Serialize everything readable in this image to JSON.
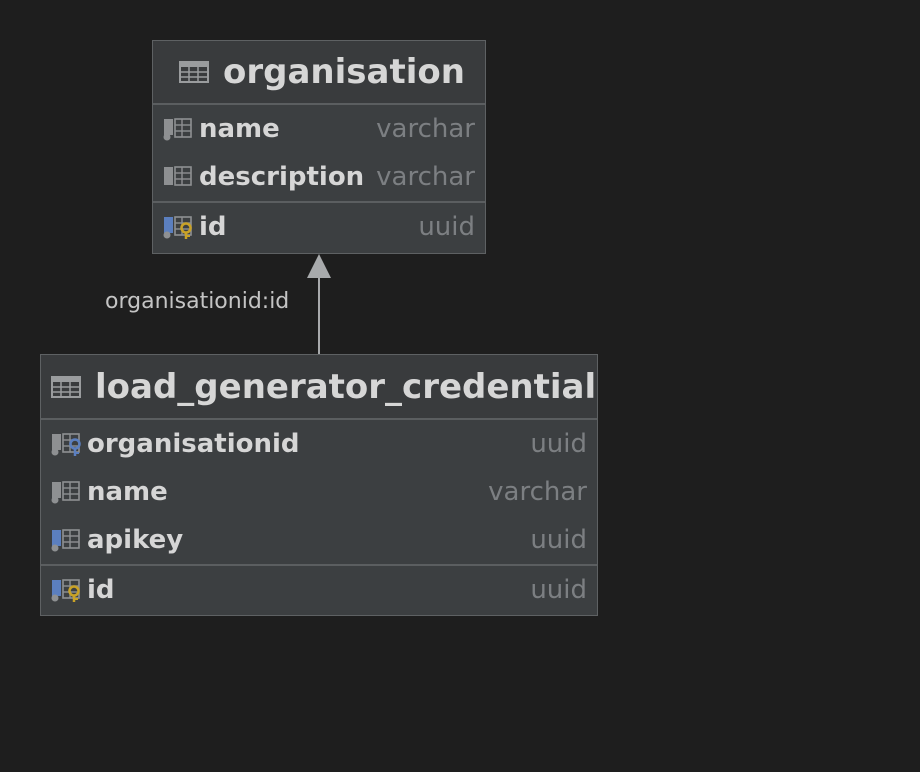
{
  "entities": [
    {
      "name": "organisation",
      "columns": [
        {
          "name": "name",
          "type": "varchar",
          "icon": "column-icon"
        },
        {
          "name": "description",
          "type": "varchar",
          "icon": "column-icon"
        }
      ],
      "primary_key": [
        {
          "name": "id",
          "type": "uuid",
          "icon": "primary-key-icon"
        }
      ]
    },
    {
      "name": "load_generator_credential",
      "columns": [
        {
          "name": "organisationid",
          "type": "uuid",
          "icon": "foreign-key-icon"
        },
        {
          "name": "name",
          "type": "varchar",
          "icon": "column-icon"
        },
        {
          "name": "apikey",
          "type": "uuid",
          "icon": "indexed-column-icon"
        }
      ],
      "primary_key": [
        {
          "name": "id",
          "type": "uuid",
          "icon": "primary-key-icon"
        }
      ]
    }
  ],
  "relation": {
    "label": "organisationid:id",
    "from": "load_generator_credential",
    "to": "organisation"
  },
  "colors": {
    "background": "#1e1e1e",
    "entity_fill": "#3c3f41",
    "title_text": "#d6d6d6",
    "type_text": "#7c7f82",
    "key_blue": "#5b7fbf",
    "key_gold": "#c9a227"
  }
}
